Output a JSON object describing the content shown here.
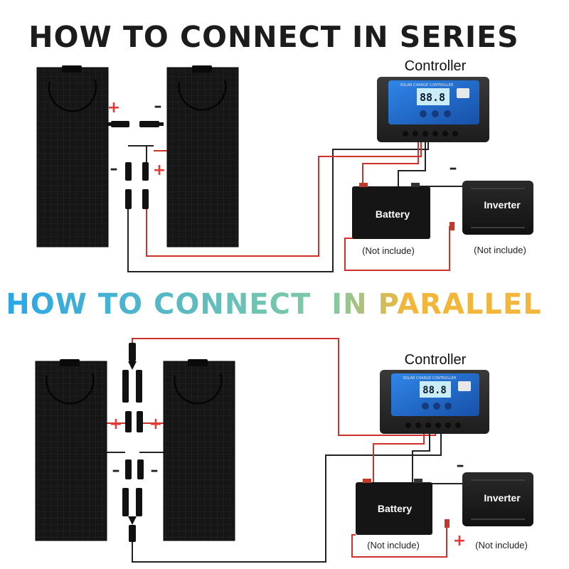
{
  "series": {
    "title": "HOW TO CONNECT IN SERIES",
    "controller_label": "Controller",
    "battery_label": "Battery",
    "inverter_label": "Inverter",
    "battery_note": "(Not include)",
    "inverter_note": "(Not include)",
    "signs": {
      "plus_top": "+",
      "minus_top": "–",
      "minus_left": "–",
      "plus_right": "+",
      "minus_inverter": "–"
    }
  },
  "parallel": {
    "title_words": [
      "HOW TO CONNECT",
      "IN PARALLEL"
    ],
    "title_colors": {
      "start": "#2aa6e8",
      "mid": "#7ec9a6",
      "end": "#f2b63a"
    },
    "controller_label": "Controller",
    "battery_label": "Battery",
    "inverter_label": "Inverter",
    "battery_note": "(Not include)",
    "inverter_note": "(Not include)",
    "signs": {
      "plus_left": "+",
      "plus_right": "+",
      "minus_left": "–",
      "minus_right": "–",
      "minus_inverter": "–",
      "plus_inverter": "+"
    }
  },
  "controller_screen": {
    "header": "SOLAR CHARGE CONTROLLER",
    "digits": "88.8"
  },
  "colors": {
    "positive_wire": "#d0312d",
    "negative_wire": "#222222",
    "sign_plus": "#e53935",
    "sign_minus": "#222222",
    "panel": "#1a1a1a",
    "controller_blue": "#1b63c6"
  },
  "icons": [
    "solar-panel",
    "mc4-connector",
    "y-branch-connector",
    "charge-controller",
    "battery",
    "inverter"
  ]
}
